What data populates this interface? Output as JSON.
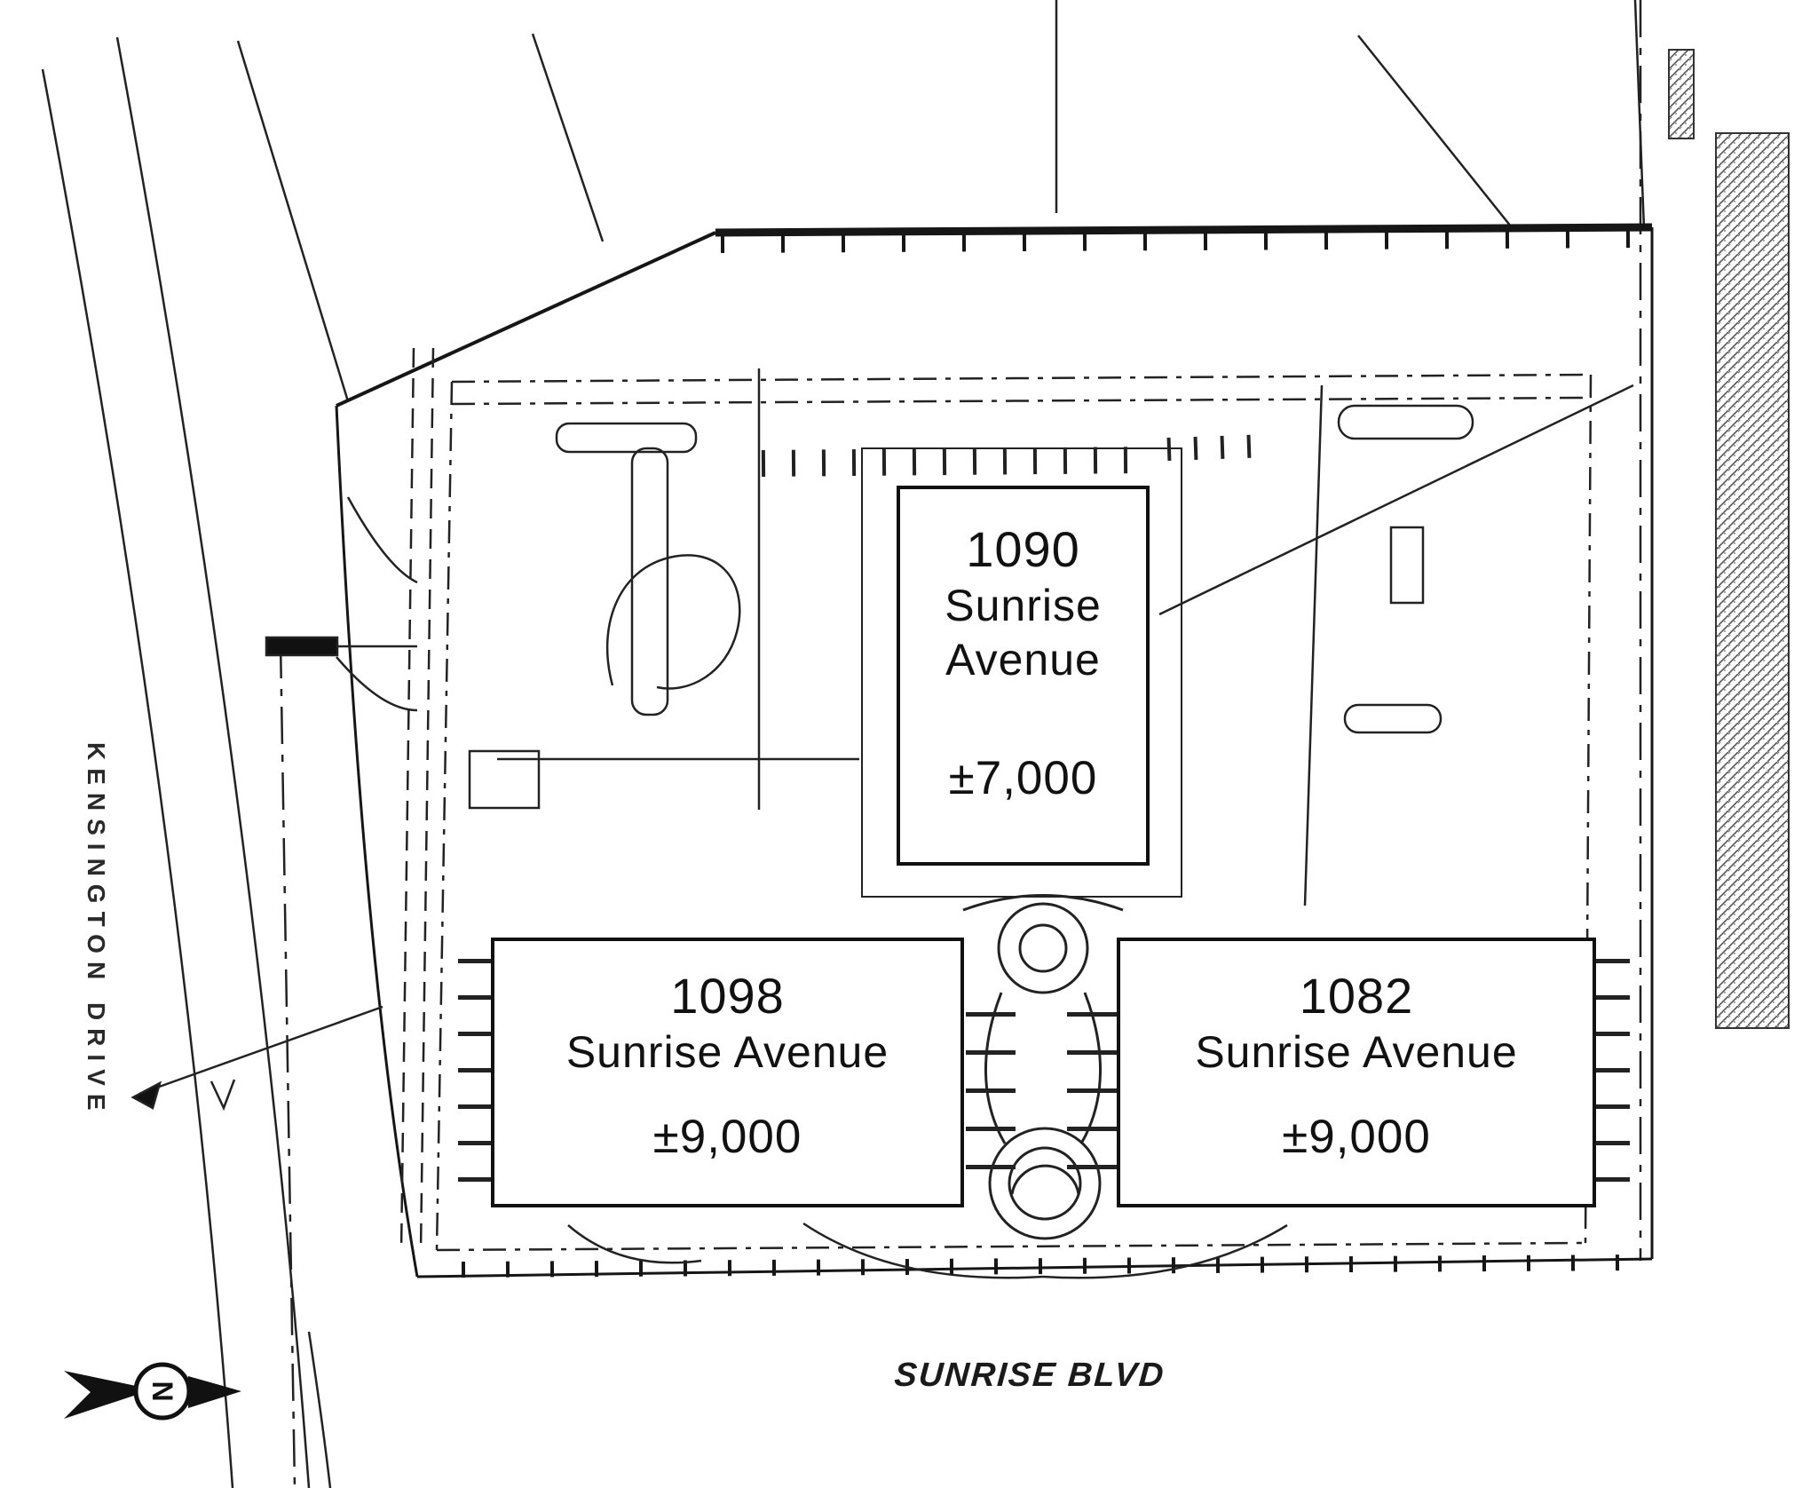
{
  "drawing": {
    "paper_color": "#ffffff",
    "ink_color": "#1f1f1f"
  },
  "buildings": [
    {
      "number": "1090",
      "street_line1": "Sunrise",
      "street_line2": "Avenue",
      "area": "±7,000"
    },
    {
      "number": "1098",
      "street_line1": "Sunrise Avenue",
      "area": "±9,000"
    },
    {
      "number": "1082",
      "street_line1": "Sunrise Avenue",
      "area": "±9,000"
    }
  ],
  "streets": {
    "west": "KENSINGTON DRIVE",
    "south": "SUNRISE BLVD"
  },
  "north_arrow": {
    "letter": "N"
  }
}
